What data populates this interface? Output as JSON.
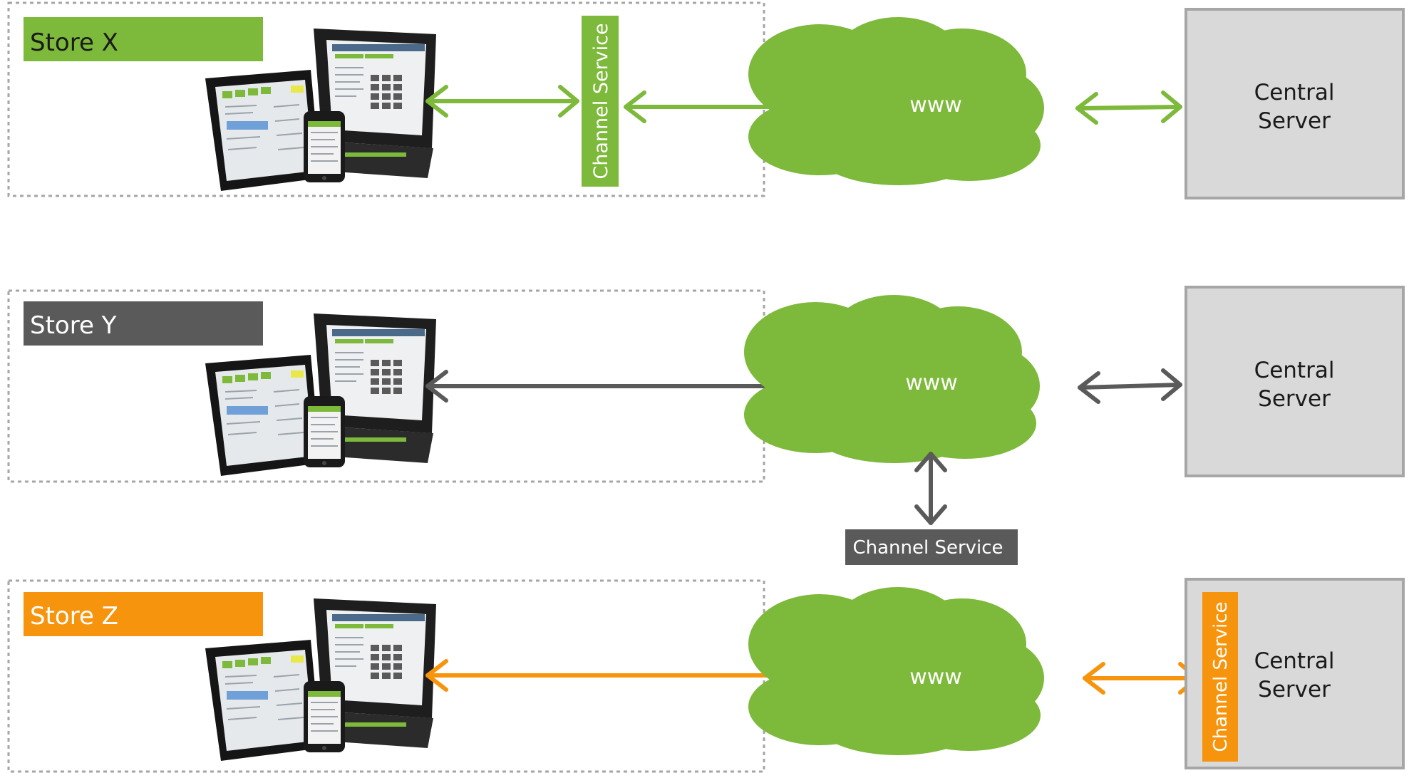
{
  "colors": {
    "green": "#7db93a",
    "gray": "#5a5a5a",
    "orange": "#f7940d",
    "server_fill": "#d9d9d9",
    "server_border": "#a6a6a6",
    "dashed_border": "#a6a6a6"
  },
  "rows": [
    {
      "store_label": "Store X",
      "cloud_label": "www",
      "server_label_line1": "Central",
      "server_label_line2": "Server",
      "channel_service_label": "Channel Service",
      "channel_service_position": "in-store",
      "accent": "green"
    },
    {
      "store_label": "Store Y",
      "cloud_label": "www",
      "server_label_line1": "Central",
      "server_label_line2": "Server",
      "channel_service_label": "Channel Service",
      "channel_service_position": "internet",
      "accent": "gray"
    },
    {
      "store_label": "Store Z",
      "cloud_label": "www",
      "server_label_line1": "Central",
      "server_label_line2": "Server",
      "channel_service_label": "Channel Service",
      "channel_service_position": "central-server",
      "accent": "orange"
    }
  ],
  "devices_icon": "pos-terminal-tablet-phone-icon"
}
